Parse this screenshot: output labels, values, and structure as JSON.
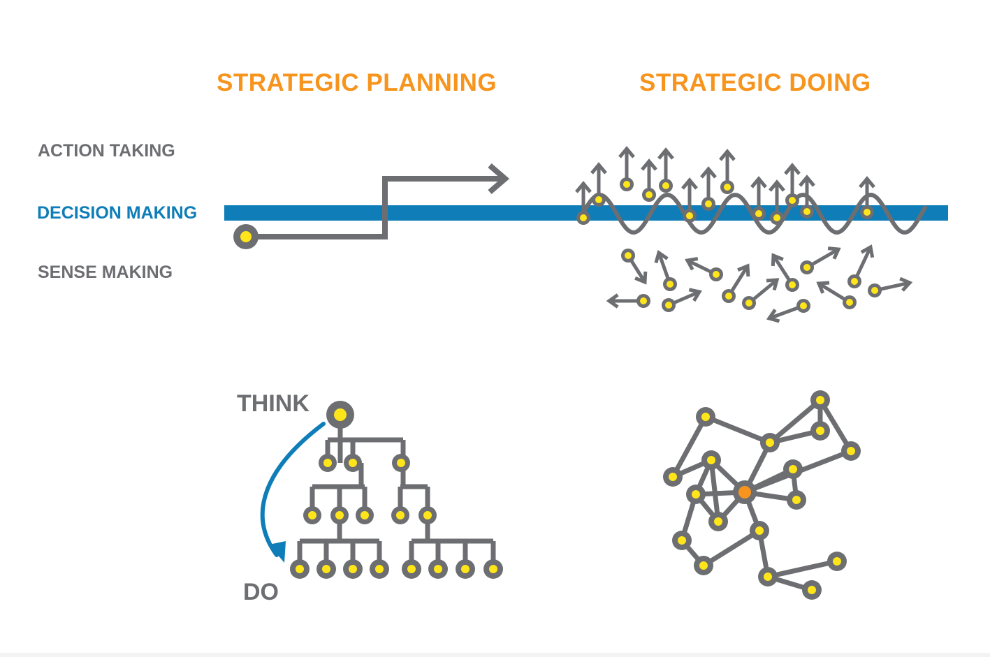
{
  "headings": {
    "planning": "STRATEGIC PLANNING",
    "doing": "STRATEGIC DOING"
  },
  "rows": {
    "action": "ACTION TAKING",
    "decision": "DECISION MAKING",
    "sense": "SENSE MAKING"
  },
  "flow": {
    "think": "THINK",
    "do": "DO"
  },
  "colors": {
    "orange": "#F7941D",
    "blue": "#0E7DB8",
    "gray": "#6D6E71",
    "node_fill": "#FFE51A",
    "hub": "#F7941D",
    "footer_band": "#F3F3F3"
  },
  "icons": {
    "planning_path": "step-arrow-icon",
    "doing_wave": "wave-icon",
    "think_do_arrow": "curved-arrow-icon"
  }
}
